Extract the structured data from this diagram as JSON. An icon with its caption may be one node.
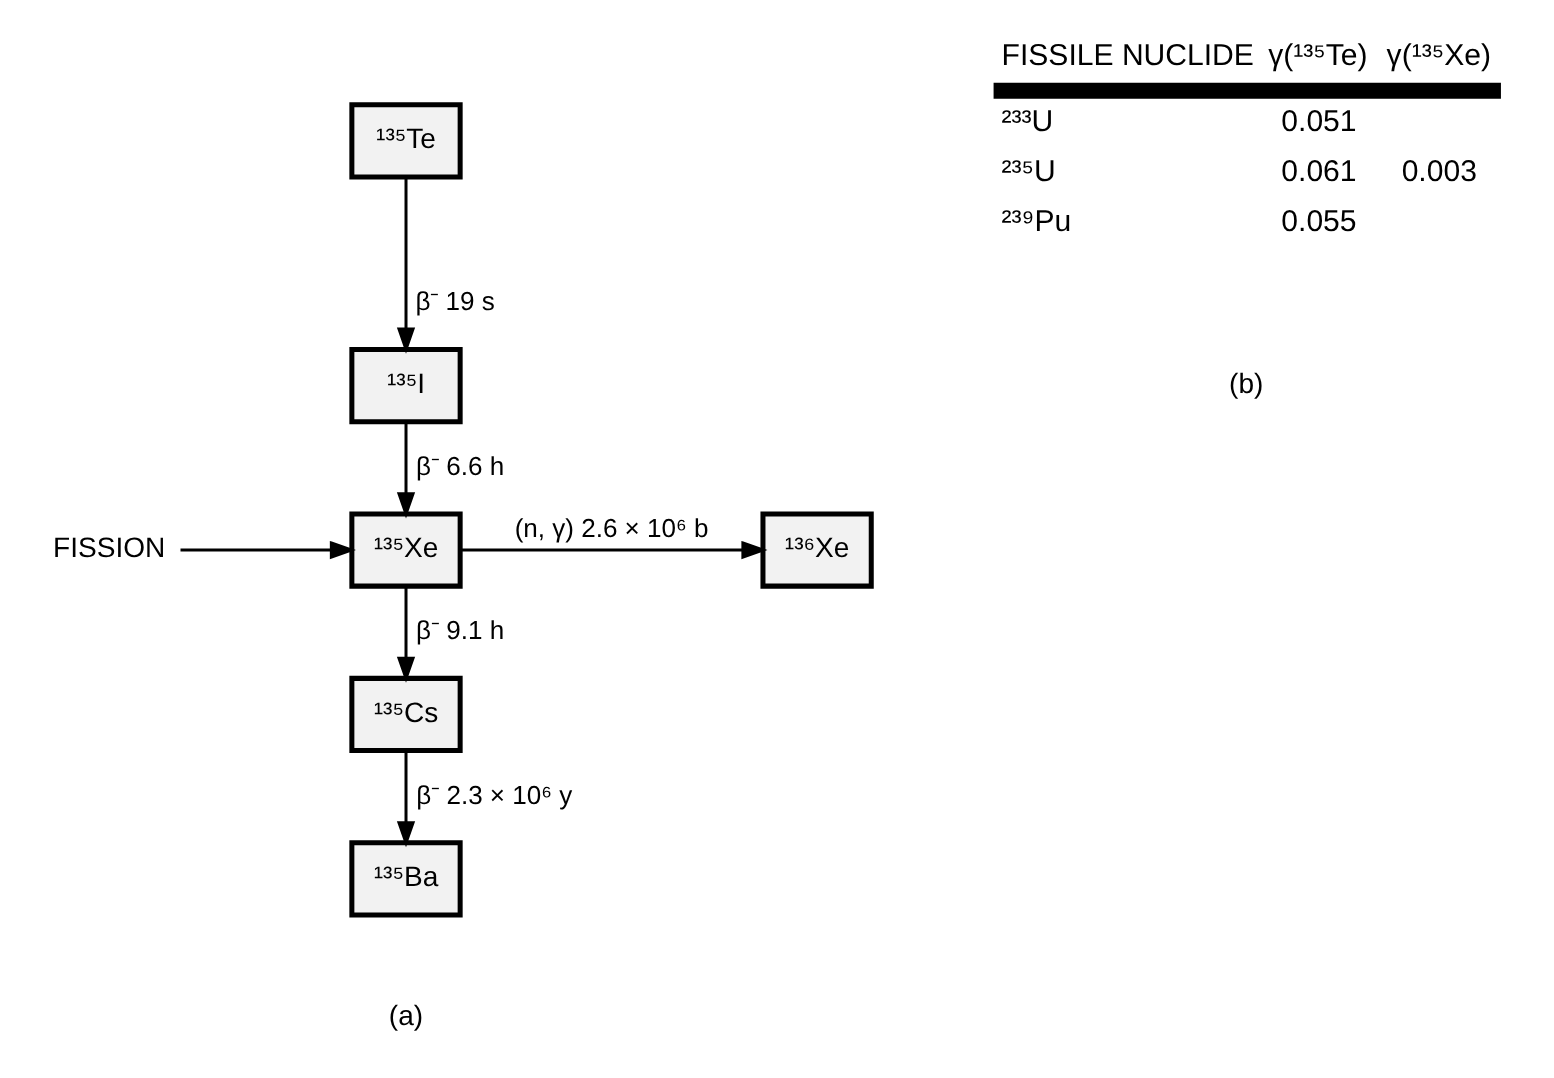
{
  "diagram": {
    "nodes": [
      {
        "text": [
          "¹³⁵Te"
        ]
      },
      {
        "text": [
          "¹³⁵I"
        ]
      },
      {
        "text": [
          "FISSION"
        ]
      },
      {
        "text": [
          "¹³⁵Xe"
        ]
      },
      {
        "text": [
          "¹³⁶Xe"
        ]
      },
      {
        "text": [
          "¹³⁵Cs"
        ]
      },
      {
        "text": [
          "¹³⁵Ba"
        ]
      }
    ],
    "edges": [
      {
        "from": 0,
        "to": 1,
        "arrow": "to",
        "label": "β⁻ 19 s"
      },
      {
        "from": 1,
        "to": 3,
        "arrow": "to",
        "label": "β⁻ 6.6 h"
      },
      {
        "from": 2,
        "to": 3,
        "arrow": "to"
      },
      {
        "from": 3,
        "to": 4,
        "arrow": "to",
        "label": "(n, γ) 2.6 × 10⁶ b"
      },
      {
        "from": 3,
        "to": 5,
        "arrow": "to",
        "label": "β⁻ 9.1 h"
      },
      {
        "from": 5,
        "to": 6,
        "arrow": "to",
        "label": "β⁻ 2.3 × 10⁶ y"
      }
    ],
    "labels": [
      "FISSILE NUCLIDE",
      "γ(¹³⁵Te)",
      "γ(¹³⁵Xe)",
      "²³³U",
      "0.051",
      "²³⁵U",
      "0.061",
      "0.003",
      "²³⁹Pu",
      "0.055",
      "(b)",
      "(a)"
    ]
  }
}
